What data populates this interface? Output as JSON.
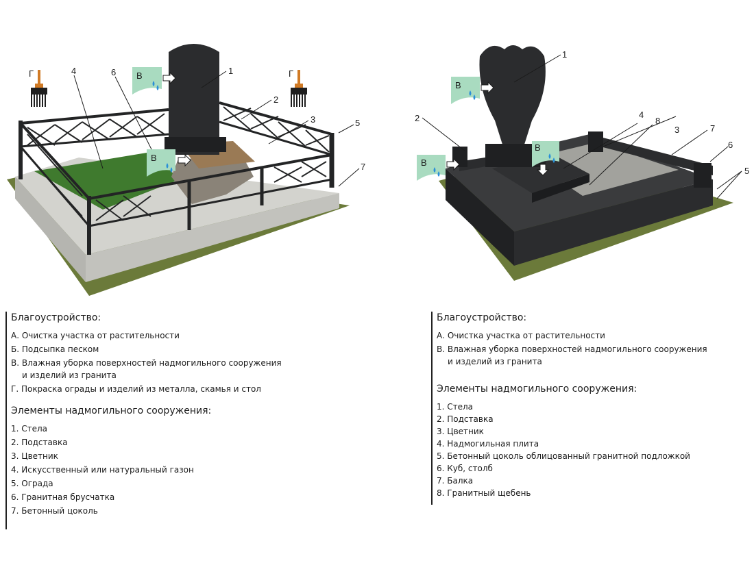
{
  "left": {
    "callouts": [
      "1",
      "2",
      "3",
      "4",
      "5",
      "6",
      "7"
    ],
    "tags": {
      "g": "Г",
      "v": "В"
    },
    "landscaping_title": "Благоустройство:",
    "landscaping": [
      "А. Очистка участка от растительности",
      "Б. Подсыпка песком",
      "В. Влажная уборка поверхностей надмогильного сооружения",
      "и изделий из гранита",
      "Г. Покраска ограды и изделий из металла, скамья и стол"
    ],
    "elements_title": "Элементы надмогильного сооружения:",
    "elements": [
      "1. Стела",
      "2. Подставка",
      "3. Цветник",
      "4. Искусственный или натуральный газон",
      "5. Ограда",
      "6. Гранитная брусчатка",
      "7. Бетонный цоколь"
    ]
  },
  "right": {
    "callouts": [
      "1",
      "2",
      "3",
      "4",
      "5",
      "6",
      "7",
      "8"
    ],
    "tags": {
      "v": "В"
    },
    "landscaping_title": "Благоустройство:",
    "landscaping": [
      "А. Очистка участка от растительности",
      "В. Влажная уборка поверхностей надмогильного сооружения",
      "и изделий из гранита"
    ],
    "elements_title": "Элементы надмогильного сооружения:",
    "elements": [
      "1. Стела",
      "2. Подставка",
      "3. Цветник",
      "4. Надмогильная плита",
      "5. Бетонный цоколь облицованный гранитной подложкой",
      "6. Куб, столб",
      "7. Балка",
      "8. Гранитный щебень"
    ]
  },
  "colors": {
    "granite": "#2b2c2e",
    "concrete": "#c9c9c4",
    "grass": "#6b7a3a",
    "lawn": "#3f7a2e",
    "tag": "#a9dbc0",
    "drop": "#2a8fd8",
    "brush": "#d07a25"
  }
}
